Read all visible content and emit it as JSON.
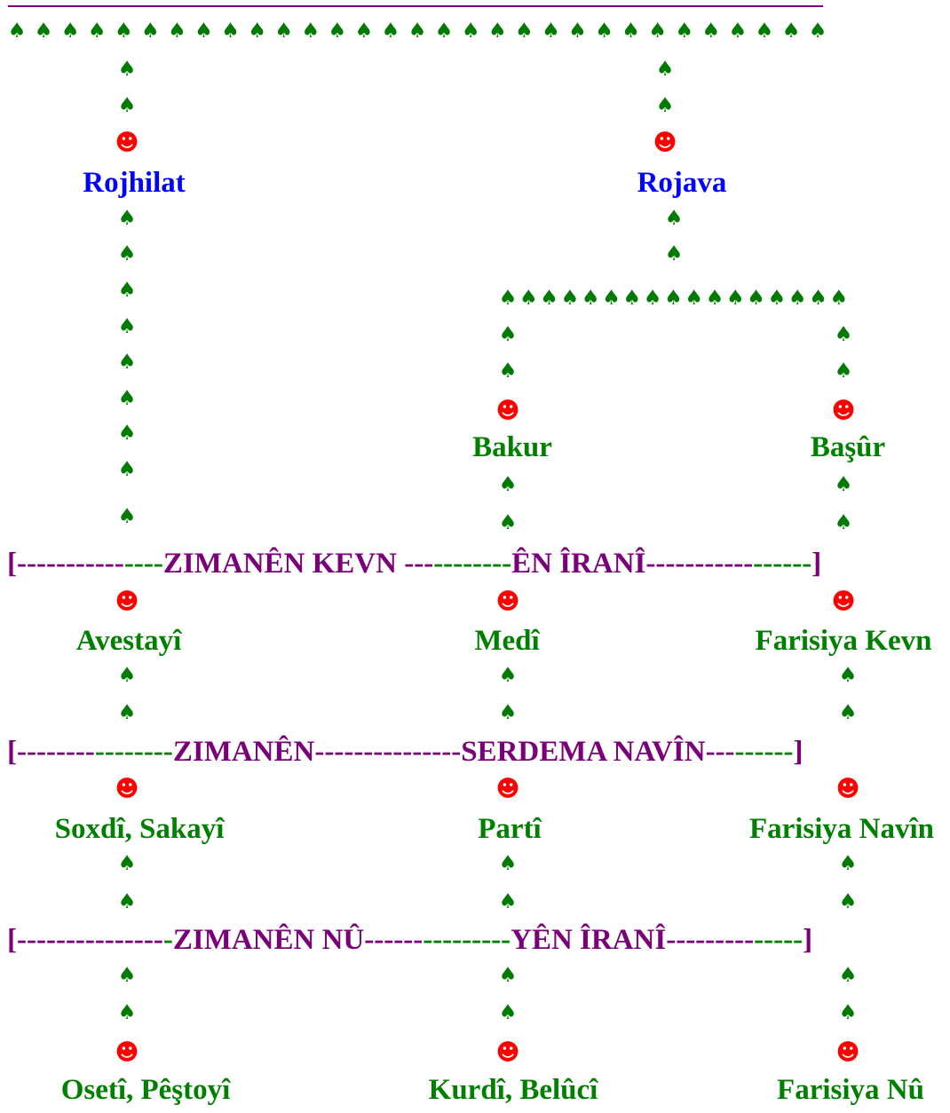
{
  "symbols": {
    "branch": "♠",
    "node": "☻"
  },
  "colors": {
    "branch": "#007A00",
    "node": "#FF0000",
    "top_label": "#0000FF",
    "label": "#008000",
    "band": "#7A007A"
  },
  "top_labels": {
    "rojhilat": "Rojhilat",
    "rojava": "Rojava"
  },
  "mid_labels": {
    "bakur": "Bakur",
    "bashur": "Başûr"
  },
  "bands": {
    "old": {
      "open": "[",
      "d1a": "-----------",
      "d1b": "----",
      "t1": "ZIMANÊN KEVN ",
      "d2a": "---",
      "d2b": "--------",
      "t2": "ÊN ÎRANÎ",
      "d3a": "-----------",
      "d3b": "------",
      "close": "]"
    },
    "middle": {
      "open": "[",
      "d1a": "--------",
      "d1b": "--------",
      "t1": "ZIMANÊN",
      "d2a": "---------------",
      "t2": "SERDEMA NAVÎN",
      "d3a": "---",
      "d3b": "------",
      "close": "]"
    },
    "new": {
      "open": "[",
      "d1a": "---------------",
      "d1b": "-",
      "t1": "ZIMANÊN NÛ",
      "d2a": "------",
      "d2b": "---------",
      "t2": "YÊN ÎRANÎ",
      "d3a": "---------",
      "d3b": "-----",
      "close": "]"
    }
  },
  "old_languages": {
    "avestan": "Avestayî",
    "median": "Medî",
    "old_persian": "Farisiya Kevn"
  },
  "middle_languages": {
    "sogdian": "Soxdî, Sakayî",
    "parthian": "Partî",
    "middle_persian": "Farisiya Navîn"
  },
  "new_languages": {
    "ossetic": "Osetî,  Pêştoyî",
    "kurdish": "Kurdî, Belûcî",
    "new_persian": "Farisiya Nû"
  }
}
